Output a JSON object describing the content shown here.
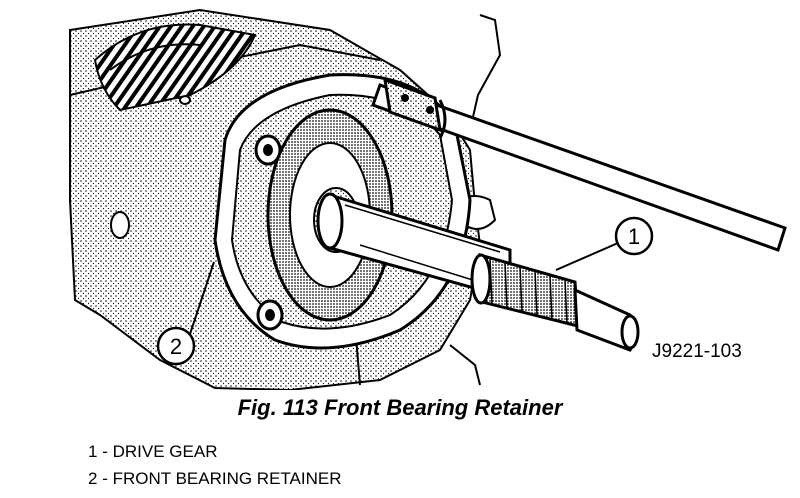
{
  "figure": {
    "id": "J9221-103",
    "caption": "Fig. 113 Front Bearing Retainer"
  },
  "callouts": [
    {
      "number": "1",
      "label": "DRIVE GEAR"
    },
    {
      "number": "2",
      "label": "FRONT BEARING RETAINER"
    }
  ],
  "legend": [
    {
      "number": "1",
      "separator": "-",
      "label": "DRIVE GEAR"
    },
    {
      "number": "2",
      "separator": "-",
      "label": "FRONT BEARING RETAINER"
    }
  ]
}
